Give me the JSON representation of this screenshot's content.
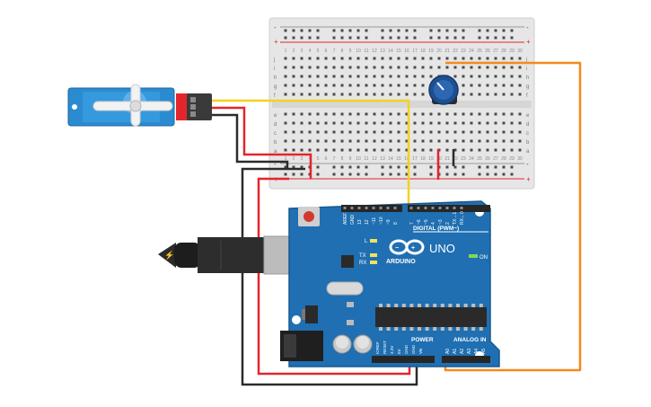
{
  "breadboard": {
    "top_rail_signs": [
      "-",
      "+"
    ],
    "bottom_rail_signs": [
      "-",
      "+"
    ],
    "row_letters_top": [
      "j",
      "i",
      "h",
      "g",
      "f"
    ],
    "row_letters_bottom": [
      "e",
      "d",
      "c",
      "b",
      "a"
    ],
    "column_numbers": [
      "1",
      "2",
      "3",
      "4",
      "5",
      "6",
      "7",
      "8",
      "9",
      "10",
      "11",
      "12",
      "13",
      "14",
      "15",
      "16",
      "17",
      "18",
      "19",
      "20",
      "21",
      "22",
      "23",
      "24",
      "25",
      "26",
      "27",
      "28",
      "29",
      "30"
    ]
  },
  "arduino": {
    "logo_text": "ARDUINO",
    "model": "UNO",
    "digital_label": "DIGITAL (PWM~)",
    "power_label": "POWER",
    "analog_label": "ANALOG IN",
    "on_label": "ON",
    "led_l": "L",
    "led_tx": "TX",
    "led_rx": "RX",
    "digital_pins": [
      "AREF",
      "GND",
      "13",
      "12",
      "~11",
      "~10",
      "~9",
      "8",
      "7",
      "~6",
      "~5",
      "4",
      "~3",
      "2",
      "TX→1",
      "RX←0"
    ],
    "power_pins": [
      "IOREF",
      "RESET",
      "3.3V",
      "5V",
      "GND",
      "GND",
      "Vin"
    ],
    "analog_pins": [
      "A0",
      "A1",
      "A2",
      "A3",
      "A4",
      "A5"
    ]
  },
  "colors": {
    "breadboard_bg": "#e8e8e8",
    "arduino_board": "#1f6fb2",
    "wire_red": "#e3262d",
    "wire_black": "#2b2b2b",
    "wire_yellow": "#f3d21f",
    "wire_orange": "#f28a1e",
    "servo_body": "#2a8bd1",
    "pot_body": "#1e4f8f"
  },
  "icons": [
    "usb-cable-icon",
    "power-jack-icon",
    "servo-motor-icon",
    "potentiometer-icon",
    "reset-button-icon",
    "infinity-logo-icon"
  ]
}
